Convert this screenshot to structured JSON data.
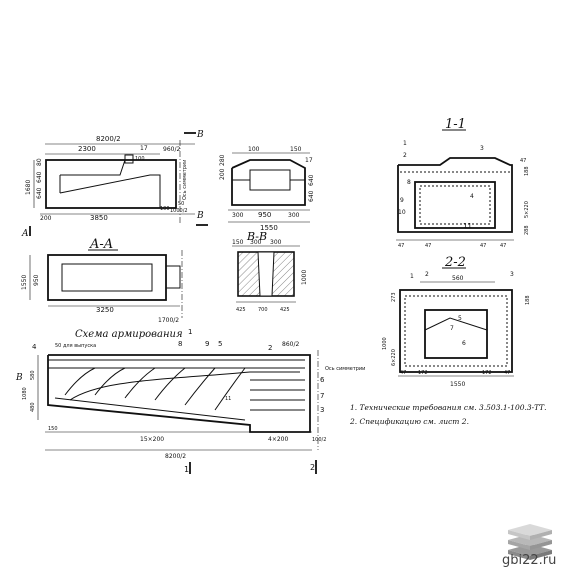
{
  "plan": {
    "dim_total": "8200/2",
    "dim_left": "2300",
    "dim_right": "960/2",
    "dim_bottom_left": "200",
    "dim_bottom_mid": "3850",
    "dim_bottom_right": "1000/2",
    "dim_100": "100",
    "dim_17": "17",
    "dim_50": "50",
    "h_80": "80",
    "h_1680": "1680",
    "h_640a": "640",
    "h_640b": "640",
    "axis_label": "Ось симметрии",
    "mark_A": "A",
    "mark_B_top": "B",
    "mark_B_bottom": "B"
  },
  "side": {
    "d_100": "100",
    "d_150": "150",
    "d_17": "17",
    "d_200": "200",
    "d_280": "280",
    "d_640": "640",
    "d_640b": "640",
    "b_300": "300",
    "b_950": "950",
    "b_300b": "300",
    "b_1550": "1550"
  },
  "sectionAA": {
    "title": "A-A",
    "h_1550": "1550",
    "h_950": "950",
    "w_3250": "3250",
    "w_1700": "1700/2"
  },
  "sectionBB": {
    "title": "B-B",
    "d_150": "150",
    "d_300": "300",
    "d_300b": "300",
    "d_1000": "1000",
    "b_425": "425",
    "b_700": "700",
    "b_425b": "425"
  },
  "section11": {
    "title": "1-1",
    "c1": "1",
    "c2": "2",
    "c3": "3",
    "c8": "8",
    "c9": "9",
    "c10": "10",
    "c4": "4",
    "c11": "11",
    "d_47a": "47",
    "d_47b": "47",
    "d_47c": "47",
    "d_47d": "47",
    "d_188": "188",
    "d_5220": "5×220",
    "d_288": "288",
    "d_47e": "47"
  },
  "section22": {
    "title": "2-2",
    "c1": "1",
    "c2": "2",
    "c5": "5",
    "c6": "6",
    "c7": "7",
    "c3": "3",
    "w_560": "560",
    "h_188": "188",
    "h_1000": "1000",
    "h_6220": "6×220",
    "h_273": "273",
    "b_47": "47",
    "b_172": "172",
    "b_172b": "172",
    "b_47b": "47",
    "b_1550": "1550"
  },
  "reinforcement": {
    "title": "Схема армирования",
    "note": "50 для выпуска",
    "c4": "4",
    "c8": "8",
    "c9": "9",
    "c5": "5",
    "c1": "1",
    "c2": "2",
    "c6": "6",
    "c7": "7",
    "c3": "3",
    "c11": "11",
    "axis_label": "Ось симметрии",
    "d_860": "860/2",
    "d_150": "150",
    "d_15200": "15×200",
    "d_4200": "4×200",
    "d_100": "100/2",
    "d_8200": "8200/2",
    "h_580": "580",
    "h_1080": "1080",
    "h_480": "480",
    "mark_B": "B",
    "cut1": "1",
    "cut2": "2"
  },
  "notes": {
    "n1": "1. Технические требования см. 3.503.1-100.3-ТТ.",
    "n2": "2. Спецификацию см. лист 2."
  },
  "brand": {
    "site": "gbi22.ru",
    "colors": {
      "top": "#d9d9d9",
      "mid": "#b8b8b8",
      "low": "#9a9a9a"
    }
  }
}
